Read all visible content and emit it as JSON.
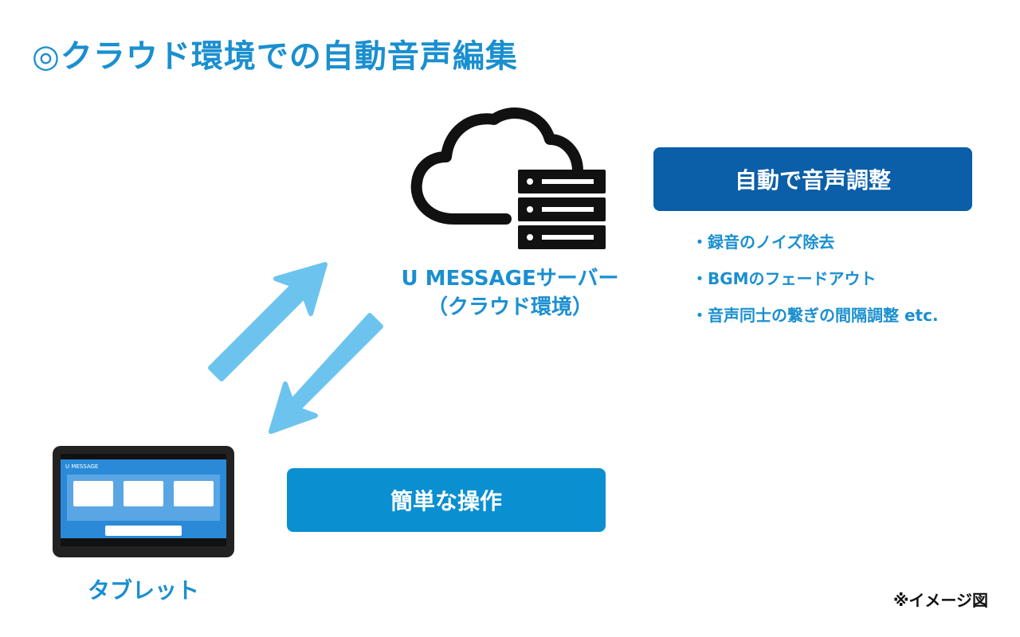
{
  "title": "◎クラウド環境での自動音声編集",
  "server": {
    "name": "U MESSAGEサーバー",
    "sub": "（クラウド環境）",
    "icon": "cloud-server-icon"
  },
  "auto_box": "自動で音声調整",
  "features": [
    "・録音のノイズ除去",
    "・BGMのフェードアウト",
    "・音声同士の繋ぎの間隔調整 etc."
  ],
  "easy_box": "簡単な操作",
  "tablet": {
    "label": "タブレット",
    "app_name": "U MESSAGE"
  },
  "note": "※イメージ図",
  "colors": {
    "title": "#1a8fd0",
    "dark_box": "#0b5ea8",
    "light_box": "#0a8fd0",
    "arrow": "#6cc4ee"
  }
}
